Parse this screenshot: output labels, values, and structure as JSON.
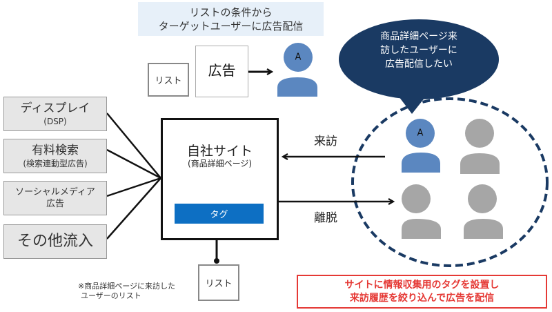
{
  "caption": {
    "line1": "リストの条件から",
    "line2": "ターゲットユーザーに広告配信"
  },
  "top_flow": {
    "list_label": "リスト",
    "ad_label": "広告",
    "target_user_letter": "A"
  },
  "speech_bubble": {
    "lines": [
      "商品詳細ページ来",
      "訪したユーザーに",
      "広告配信したい"
    ]
  },
  "traffic_sources": [
    {
      "main": "ディスプレイ",
      "sub": "(DSP)"
    },
    {
      "main": "有料検索",
      "sub": "(検索連動型広告)"
    },
    {
      "main": "ソーシャルメディア",
      "sub": "広告"
    },
    {
      "main": "その他流入",
      "sub": ""
    }
  ],
  "site": {
    "title": "自社サイト",
    "subtitle": "(商品詳細ページ)",
    "tag_label": "タグ"
  },
  "flows": {
    "visit_label": "来訪",
    "leave_label": "離脱"
  },
  "user_pool": {
    "highlighted_user_letter": "A",
    "user_count": 4,
    "highlighted_color": "#5b87c0",
    "other_color": "#a6a6a6",
    "circle_color": "#1a3a63"
  },
  "bottom_list": {
    "label": "リスト",
    "note_line1": "※商品詳細ページに来訪した",
    "note_line2": "ユーザーのリスト"
  },
  "summary": {
    "line1": "サイトに情報収集用のタグを設置し",
    "line2": "来訪履歴を絞り込んで広告を配信",
    "color": "#e53935"
  }
}
